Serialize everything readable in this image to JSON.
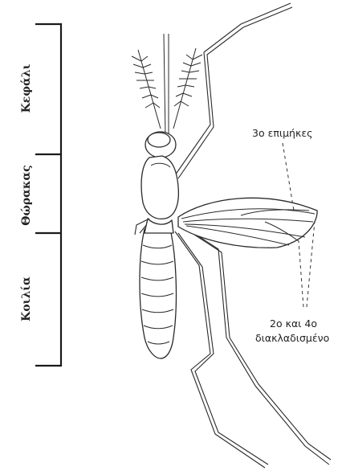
{
  "regions": {
    "head_label": "Κεφάλι",
    "thorax_label": "Θώρακας",
    "abdomen_label": "Κοιλία"
  },
  "annotations": {
    "third_vein": "3ο επιμήκες",
    "second_fourth_line1": "2ο και 4ο",
    "second_fourth_line2": "διακλαδισμένο"
  }
}
